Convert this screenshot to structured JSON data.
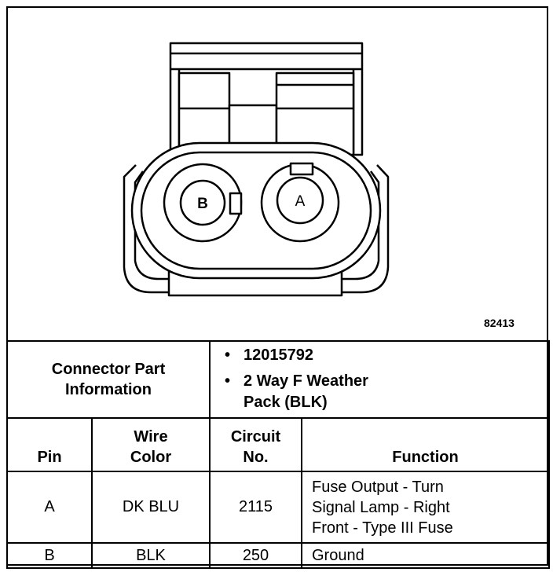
{
  "figure_id": "82413",
  "pin_labels": {
    "b": "B",
    "a": "A"
  },
  "part_info": {
    "label_line1": "Connector Part",
    "label_line2": "Information",
    "part_number": "12015792",
    "description_line1": "2 Way F Weather",
    "description_line2": "Pack (BLK)"
  },
  "columns": {
    "pin": "Pin",
    "wire_color_line1": "Wire",
    "wire_color_line2": "Color",
    "circuit_line1": "Circuit",
    "circuit_line2": "No.",
    "function": "Function"
  },
  "rows": [
    {
      "pin": "A",
      "wire_color": "DK BLU",
      "circuit": "2115",
      "function_lines": [
        "Fuse Output - Turn",
        "Signal Lamp - Right",
        "Front - Type III Fuse"
      ]
    },
    {
      "pin": "B",
      "wire_color": "BLK",
      "circuit": "250",
      "function_lines": [
        "Ground"
      ]
    }
  ]
}
